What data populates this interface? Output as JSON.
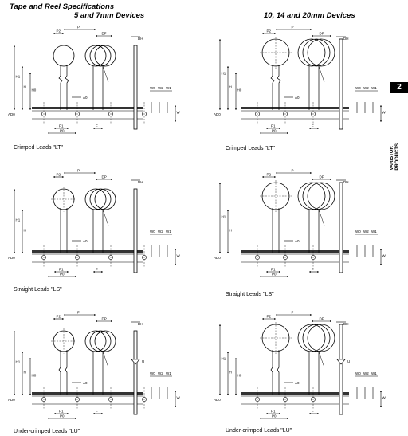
{
  "header": {
    "title": "Tape and Reel Specifications",
    "left_heading": "5 and 7mm Devices",
    "right_heading": "10, 14 and 20mm Devices"
  },
  "side_tab": {
    "number": "2",
    "label_line1": "VARISTOR",
    "label_line2": "PRODUCTS"
  },
  "labels": {
    "P": "P",
    "P2": "P2",
    "P1": "P1",
    "P0": "P0",
    "DP": "DP",
    "DH": "DH",
    "F": "F",
    "H": "H",
    "H0": "H0",
    "H1": "H1",
    "A0": "A0",
    "AD0": "AD0",
    "W": "W",
    "W0": "W0",
    "W1": "W1",
    "W2": "W2",
    "U": "U"
  },
  "diagrams": [
    {
      "caption": "Crimped Leads \"LT\"",
      "lead": "crimped"
    },
    {
      "caption": "Crimped Leads \"LT\"",
      "lead": "crimped"
    },
    {
      "caption": "Straight Leads \"LS\"",
      "lead": "straight"
    },
    {
      "caption": "Straight Leads \"LS\"",
      "lead": "straight"
    },
    {
      "caption": "Under-crimped Leads \"LU\"",
      "lead": "under"
    },
    {
      "caption": "Under-crimped Leads \"LU\"",
      "lead": "under"
    }
  ]
}
